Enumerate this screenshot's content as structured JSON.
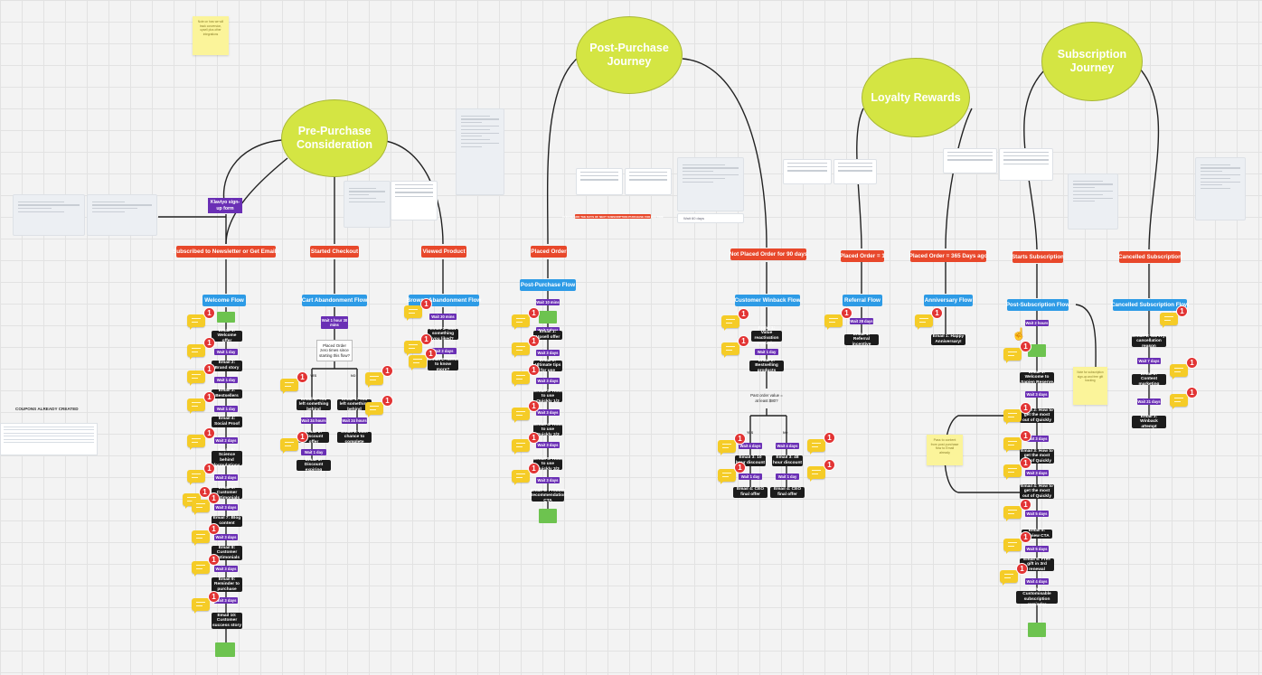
{
  "bubbles": {
    "pre_purchase": "Pre-Purchase Consideration",
    "post_purchase": "Post-Purchase Journey",
    "loyalty": "Loyalty Rewards",
    "subscription": "Subscription Journey"
  },
  "triggers": {
    "newsletter": "Subscribed to Newsletter or Get Emails",
    "checkout": "Started Checkout",
    "viewed": "Viewed Product",
    "placed": "Placed Order",
    "not_placed": "Not Placed Order for 90 days",
    "placed_one": "Placed Order = 1",
    "placed_365": "Placed Order = 365 Days ago",
    "starts_sub": "Starts Subscription",
    "cancelled_sub": "Cancelled Subscription"
  },
  "flows": {
    "welcome": "Welcome Flow",
    "cart": "Cart Abandonment Flow",
    "browse": "Browse Abandonment Flow",
    "post_purchase": "Post-Purchase Flow",
    "winback": "Customer Winback Flow",
    "referral": "Referral Flow",
    "anniversary": "Anniversary Flow",
    "post_sub": "Post-Subscription Flow",
    "cancelled_sub": "Cancelled Subscription Flow"
  },
  "klaviyo_signup": "Klaviyo sign-up form",
  "coupons_label": "COUPONS ALREADY CREATED",
  "welcome_emails": [
    "Email 1: Welcome offer",
    "Email 2: Brand story",
    "Email 3: Bestsellers",
    "Email 4: Social Proof",
    "Email 5: Science behind formulations",
    "Email 6: Customer testimonials",
    "Email 7: Blog content",
    "Email 8: Customer testimonials",
    "Email 9: Reminder to purchase",
    "Email 10: Customer success story"
  ],
  "welcome_waits": [
    "Wait 1 day",
    "Wait 1 day",
    "Wait 1 day",
    "Wait 2 days",
    "Wait 2 days",
    "Wait 3 days",
    "Wait 3 days",
    "Wait 3 days",
    "Wait 3 days"
  ],
  "cart": {
    "wait_first": "Wait 1 hour 30 mins",
    "decision": "Placed Order zero times since starting this flow?",
    "yes": "YES",
    "no": "NO",
    "yes_email1": "Email 1: You left something behind",
    "yes_wait": "Wait 24 hours",
    "yes_email2": "Email 2: Discount offer",
    "yes_wait2": "Wait 1 day",
    "yes_email3": "Email 3: Discount expiring",
    "no_email1": "Email 1: You left something behind",
    "no_wait": "Wait 24 hours",
    "no_email2": "Email 2: Last chance to complete"
  },
  "browse": {
    "wait1": "Wait 30 mins",
    "email1": "Email 1: Saw something you liked?",
    "wait2": "Wait 2 days",
    "email2": "Email 2: Need to know more?"
  },
  "post_purchase": {
    "items": [
      "Email 1: Upsell offer",
      "Email 2: Ultimate tips for use",
      "Email 3: How to use Quickly 1/3",
      "Email 4: How to use Quickly 2/3",
      "Email 5: How to use Quickly 3/3",
      "Email 6: Product Recommendation CTA"
    ],
    "waits": [
      "Wait 10 mins",
      "Wait 2 days",
      "Wait 3 days",
      "Wait 3 days",
      "Wait 3 days",
      "Wait 3 days",
      "Wait 3 days"
    ]
  },
  "red_note": "PLEASE ADD THE DAYS OF NEXT SUBSCRIPTION PURCHASE FOR ALL TIME",
  "winback": {
    "email1": "Email 1: Value reactivation reminder",
    "wait1": "Wait 1 day",
    "email2": "Email 2: Bestselling products",
    "decision": "Past order value = at least $80?",
    "yes": "YES",
    "no": "NO",
    "yes_wait": "Wait 4 days",
    "yes_email": "Email 3: 10 hour discount",
    "yes_wait2": "Wait 1 day",
    "yes_email2": "Email 4: CEO final offer",
    "no_wait": "Wait 4 days",
    "no_email": "Email 3: 48 hour discount",
    "no_wait2": "Wait 1 day",
    "no_email2": "Email 4: CEO final offer"
  },
  "referral": {
    "wait": "Wait 28 days",
    "email": "Email 1: Referral incentive"
  },
  "anniversary": {
    "email": "Email 1: Happy Anniversary!"
  },
  "post_sub": {
    "wait0": "Wait 2 hours",
    "items": [
      "Email 1: Welcome to Sapien Reserve",
      "Email 2: How to get the most out of Quickly",
      "Email 3: How to get the most out of Quickly",
      "Email 4: How to get the most out of Quickly",
      "Email 5: Review CTA",
      "Email 6: Free gift in 3rd renewal",
      "Email 7: Customisable subscription reminder"
    ],
    "waits": [
      "Wait 3 days",
      "Wait 3 days",
      "Wait 3 days",
      "Wait 5 days",
      "Wait 5 days",
      "Wait 4 days"
    ]
  },
  "cancelled": {
    "email1": "Email 1: Survey cancellation reason",
    "wait1": "Wait 7 days",
    "email2": "Email 2: Content marketing",
    "wait2": "Wait 21 days",
    "email3": "Email 3: Winback attempt"
  },
  "sticky_notes": {
    "top": "Note on how we will track conversion, upsell plus other integrations",
    "right": "Note for subscription sign-up and free gift tracking",
    "center": "Pass to content from post purchase flow to Email already"
  },
  "card_wait_60": "Wait 60 days",
  "comment_badge": "1",
  "colors": {
    "bubble": "#d4e543",
    "trigger": "#e8482b",
    "flow": "#2d9be6",
    "wait": "#6a2fb5",
    "email": "#1c1c1c",
    "condition": "#6dc34f",
    "comment": "#f5cc27",
    "badge": "#e23434"
  }
}
